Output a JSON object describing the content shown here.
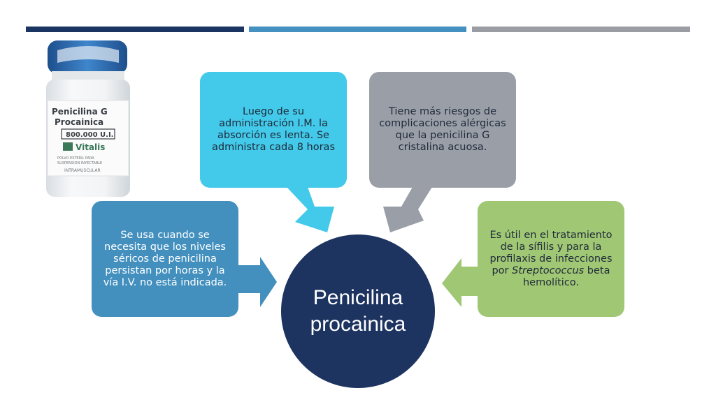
{
  "colors": {
    "bar_navy": "#1b3562",
    "bar_blue": "#4390c1",
    "bar_gray": "#9a9da3",
    "box_cyan": "#43c9e9",
    "box_gray": "#9a9ea7",
    "box_steel": "#4390bf",
    "box_green": "#a0c774",
    "center_navy": "#1d3360",
    "vial_cap_blue": "#2c6cb0",
    "vial_label_green": "#3a7a5a"
  },
  "vial_label": {
    "name_line1": "Penicilina G",
    "name_line2": "Procainica",
    "dose": "800.000 U.I.",
    "brand": "Vitalis",
    "small_line1": "POLVO ESTERIL PARA",
    "small_line2": "SUSPENSION INYECTABLE",
    "route": "INTRAMUSCULAR"
  },
  "center": {
    "line1": "Penicilina",
    "line2": "procainica"
  },
  "boxes": {
    "top": "Luego de su administración I.M. la absorción es lenta.  Se administra cada 8 horas",
    "right_top": "Tiene más riesgos de complicaciones alérgicas que la penicilina G cristalina acuosa.",
    "left": "Se usa cuando se necesita que los niveles séricos de penicilina persistan por horas y la vía I.V. no está indicada.",
    "right_prefix": "Es útil en el tratamiento de la sífilis y para la profilaxis de infecciones por ",
    "right_italic": "Streptococcus",
    "right_suffix": " beta hemolítico."
  }
}
